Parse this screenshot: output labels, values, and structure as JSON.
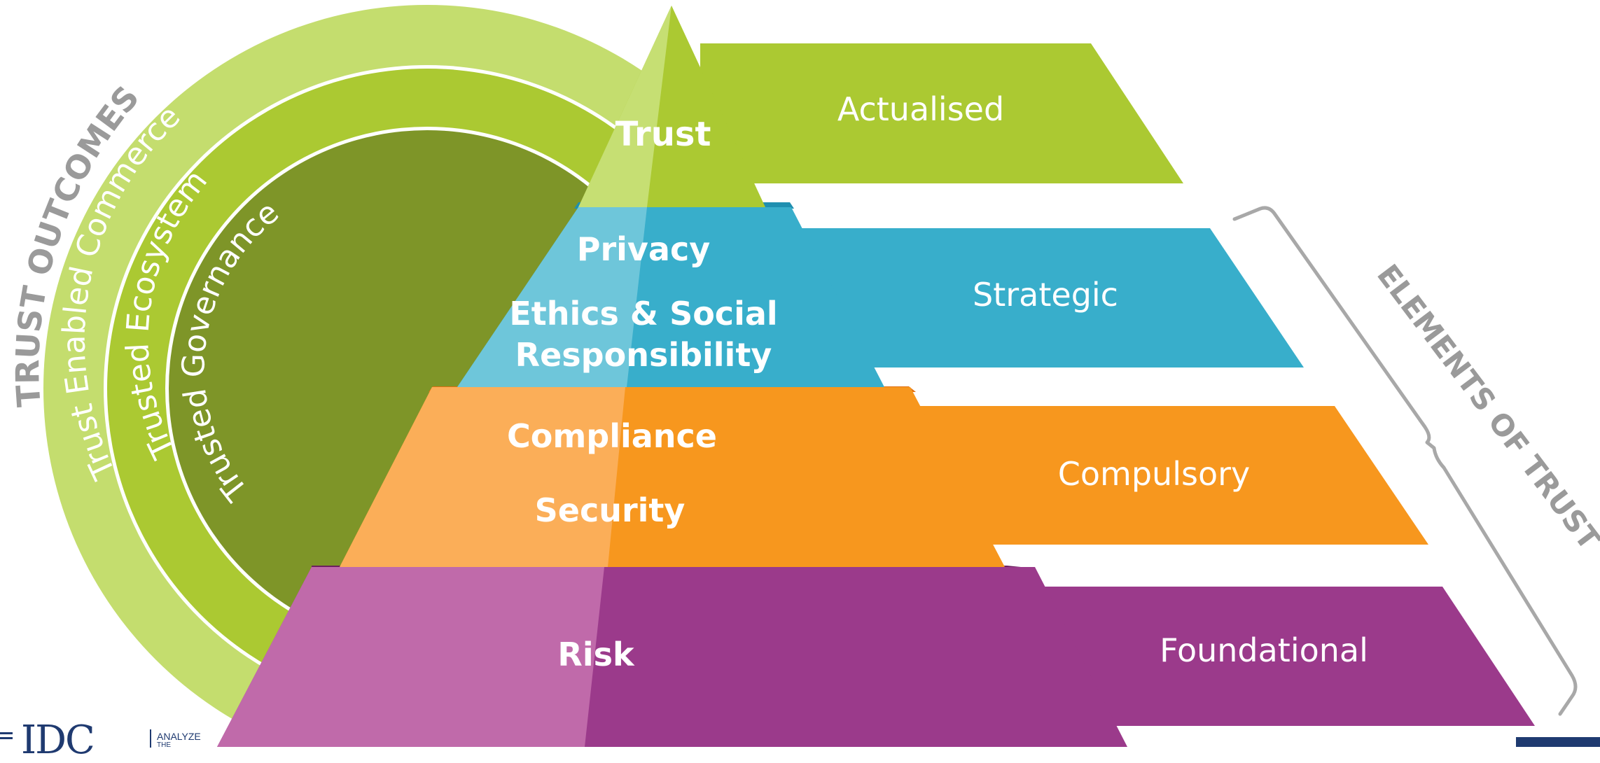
{
  "outcomes": {
    "heading": "TRUST OUTCOMES",
    "rings": [
      {
        "label": "Trust Enabled Commerce",
        "color": "#c4dd6e"
      },
      {
        "label": "Trusted Ecosystem",
        "color": "#abc932"
      },
      {
        "label": "Trusted Governance",
        "color": "#7e9528"
      }
    ]
  },
  "pyramid": {
    "tiers": [
      {
        "labels": [
          "Trust"
        ],
        "color": "#abc932",
        "light": "#c6df73"
      },
      {
        "labels": [
          "Privacy",
          "Ethics & Social",
          "Responsibility"
        ],
        "color": "#38aecb",
        "light": "#6ec6da"
      },
      {
        "labels": [
          "Compliance",
          "Security"
        ],
        "color": "#f7971e",
        "light": "#fbae58"
      },
      {
        "labels": [
          "Risk"
        ],
        "color": "#9b3a8b",
        "light": "#c06aaa"
      }
    ]
  },
  "levels": [
    {
      "label": "Actualised",
      "color": "#abc932"
    },
    {
      "label": "Strategic",
      "color": "#38aecb"
    },
    {
      "label": "Compulsory",
      "color": "#f7971e"
    },
    {
      "label": "Foundational",
      "color": "#9b3a8b"
    }
  ],
  "elements_heading": "ELEMENTS OF TRUST",
  "logo": {
    "mark": "IDC",
    "tagline_1": "ANALYZE",
    "tagline_2": "THE"
  }
}
